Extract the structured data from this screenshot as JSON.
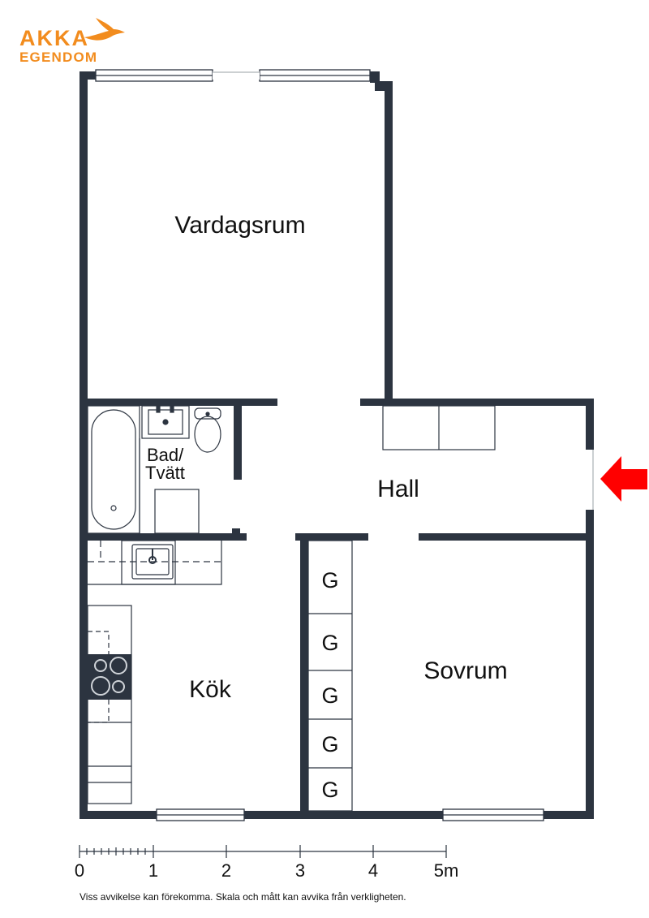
{
  "brand": {
    "line1": "AKKA",
    "line2": "EGENDOM",
    "color": "#f28c1e"
  },
  "rooms": {
    "living": "Vardagsrum",
    "bath_line1": "Bad/",
    "bath_line2": "Tvätt",
    "hall": "Hall",
    "kitchen": "Kök",
    "bedroom": "Sovrum"
  },
  "wardrobes": [
    "G",
    "G",
    "G",
    "G",
    "G"
  ],
  "scale": {
    "ticks": [
      "0",
      "1",
      "2",
      "3",
      "4",
      "5m"
    ]
  },
  "disclaimer": "Viss avvikelse kan förekomma. Skala och mått kan avvika från verkligheten.",
  "colors": {
    "wall": "#2c3440",
    "entrance_arrow": "#ff0000"
  }
}
